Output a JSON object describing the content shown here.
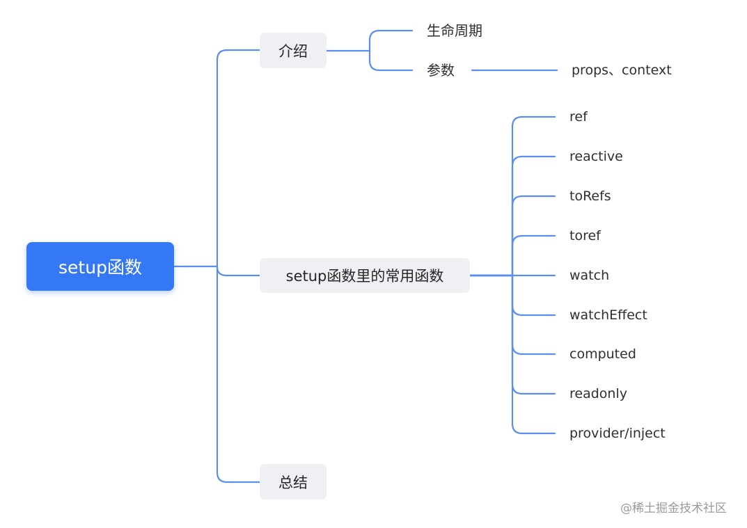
{
  "diagram": {
    "root": "setup函数",
    "branches": {
      "intro": {
        "label": "介绍",
        "children": {
          "lifecycle": "生命周期",
          "params": {
            "label": "参数",
            "child": "props、context"
          }
        }
      },
      "functions": {
        "label": "setup函数里的常用函数",
        "children": [
          "ref",
          "reactive",
          "toRefs",
          "toref",
          "watch",
          "watchEffect",
          "computed",
          "readonly",
          "provider/inject"
        ]
      },
      "summary": {
        "label": "总结"
      }
    },
    "edge_color": "#5b8df0",
    "root_color": "#3478f6",
    "branch_bg": "#eef0f3"
  },
  "watermark": "@稀土掘金技术社区"
}
